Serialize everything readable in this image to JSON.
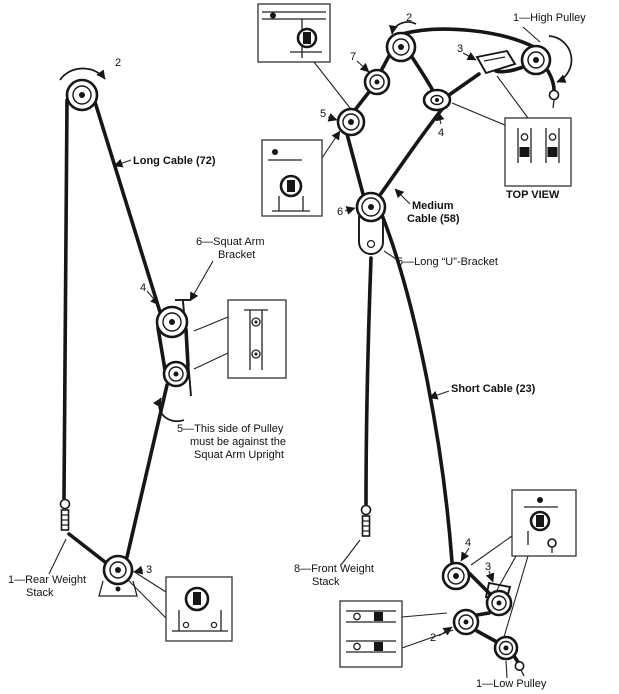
{
  "figure": {
    "description": "Cable and pulley routing assembly diagram"
  },
  "labels": {
    "left": {
      "num2": "2",
      "long_cable": "Long Cable (72)",
      "squat_arm_line1": "6—Squat Arm",
      "squat_arm_line2": "Bracket",
      "num4": "4",
      "note_line1": "5—This side of Pulley",
      "note_line2": "must be against the",
      "note_line3": "Squat Arm Upright",
      "num3": "3",
      "rear_weight_line1": "1—Rear Weight",
      "rear_weight_line2": "Stack"
    },
    "top": {
      "num2": "2",
      "high_pulley": "1—High Pulley",
      "num7": "7",
      "num3": "3",
      "num5": "5",
      "num4": "4",
      "top_view": "TOP VIEW",
      "medium_line1": "Medium",
      "medium_line2": "Cable (58)",
      "num6": "6",
      "u_bracket": "5—Long “U”-Bracket"
    },
    "right": {
      "short_cable": "Short Cable (23)",
      "front_weight_line1": "8—Front Weight",
      "front_weight_line2": "Stack",
      "num4": "4",
      "num3": "3",
      "num2": "2",
      "low_pulley": "1—Low Pulley"
    }
  }
}
